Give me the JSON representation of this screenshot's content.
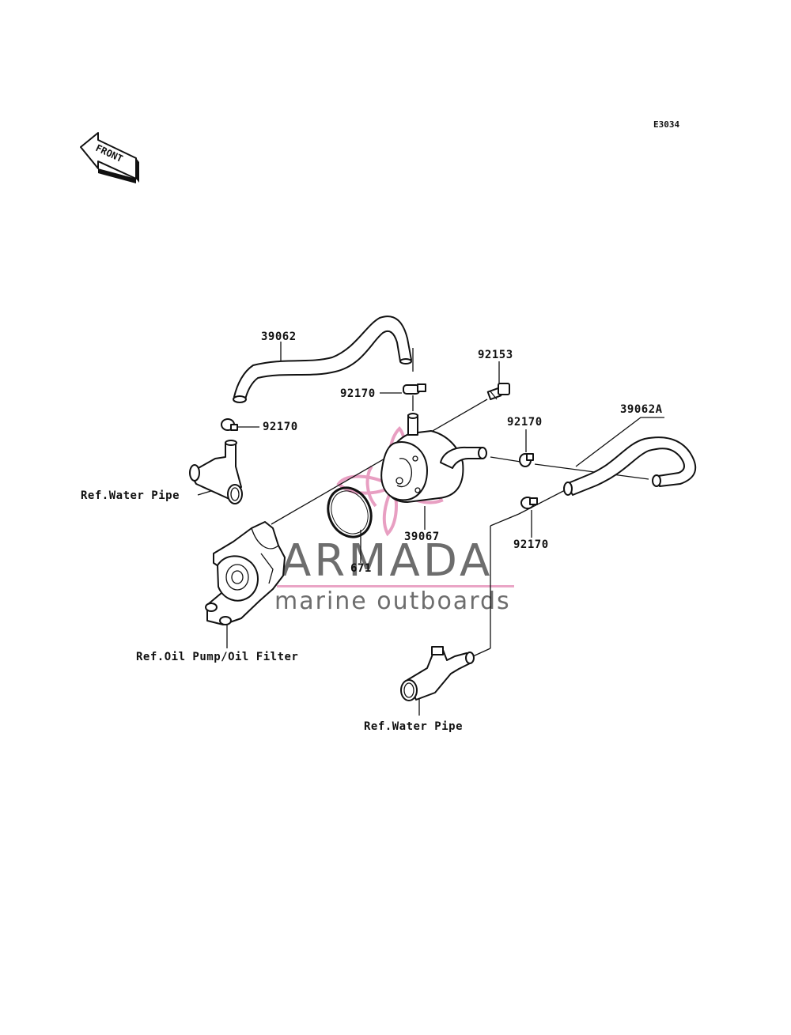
{
  "diagram_code": "E3034",
  "front_arrow": {
    "label": "FRONT",
    "icon": "front-direction-arrow-icon"
  },
  "callouts": {
    "hose_upper": "39062",
    "clamp_upper_left": "92170",
    "clamp_upper_mid": "92170",
    "bolt": "92153",
    "clamp_right_upper": "92170",
    "hose_right": "39062A",
    "oil_cooler": "39067",
    "clamp_right_lower": "92170",
    "o_ring": "671"
  },
  "references": {
    "water_pipe_upper": "Ref.Water Pipe",
    "oil_pump_filter": "Ref.Oil Pump/Oil Filter",
    "water_pipe_lower": "Ref.Water Pipe"
  },
  "watermark": {
    "brand": "ARMADA",
    "tagline": "marine outboards",
    "logo_icon": "propeller-logo-icon",
    "accent_color": "#e58fb8",
    "text_color": "#5a5a5a"
  }
}
